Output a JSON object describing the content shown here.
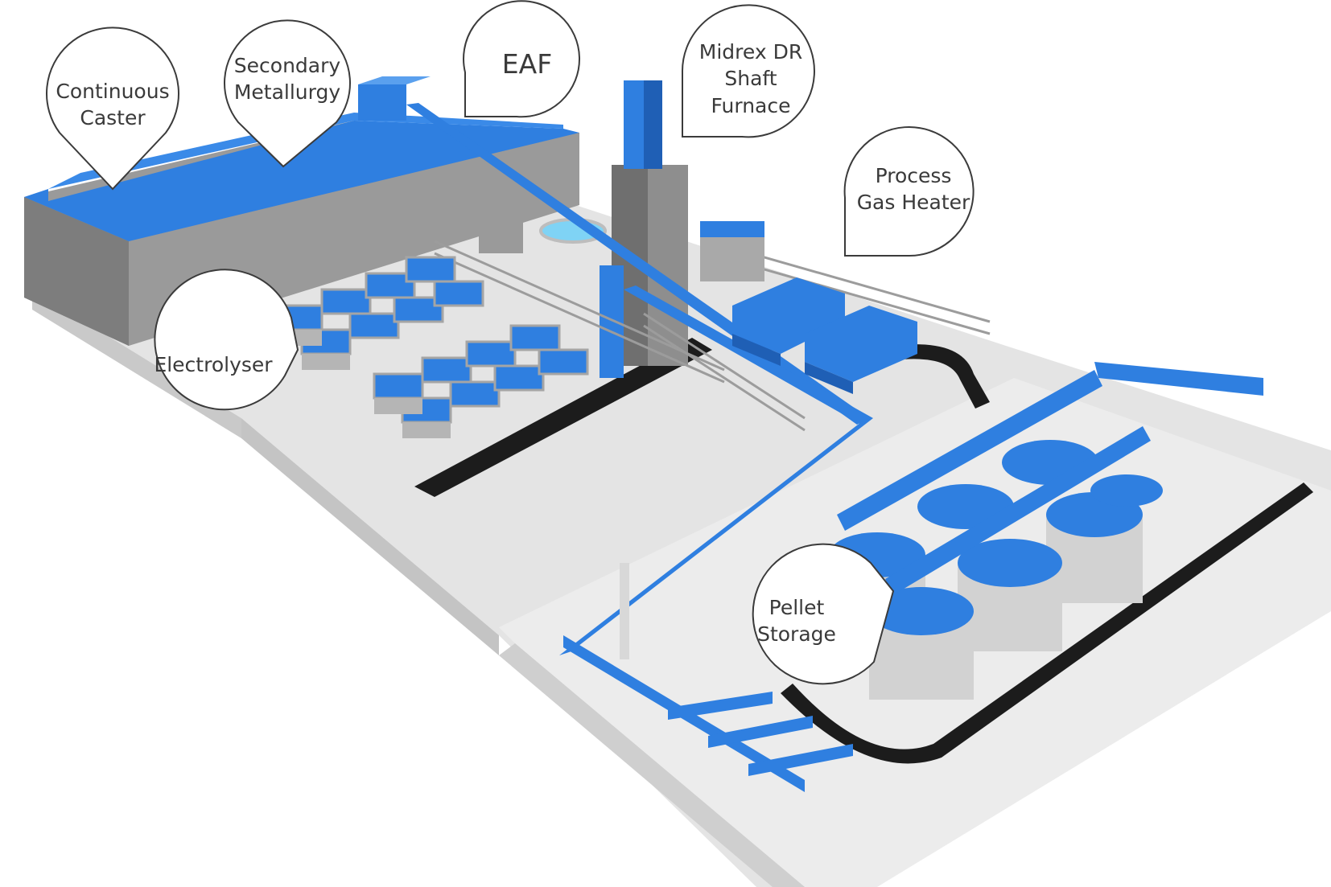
{
  "labels": {
    "continuous_caster": [
      "Continuous",
      "Caster"
    ],
    "secondary_metallurgy": [
      "Secondary",
      "Metallurgy"
    ],
    "eaf": [
      "EAF"
    ],
    "midrex": [
      "Midrex DR",
      "Shaft",
      "Furnace"
    ],
    "process_gas_heater": [
      "Process",
      "Gas Heater"
    ],
    "electrolyser": [
      "Electrolyser"
    ],
    "pellet_storage": [
      "Pellet",
      "Storage"
    ]
  },
  "colors": {
    "accent_blue": "#2f7fe0",
    "accent_blue_dark": "#1f5fb5",
    "building_gray": "#8e8e8e",
    "building_gray_dark": "#6f6f6f",
    "ground": "#e3e3e3",
    "ground_edge": "#c4c4c4",
    "road": "#1c1c1c",
    "callout_fill": "#ffffff",
    "callout_stroke": "#3b3b3b"
  }
}
